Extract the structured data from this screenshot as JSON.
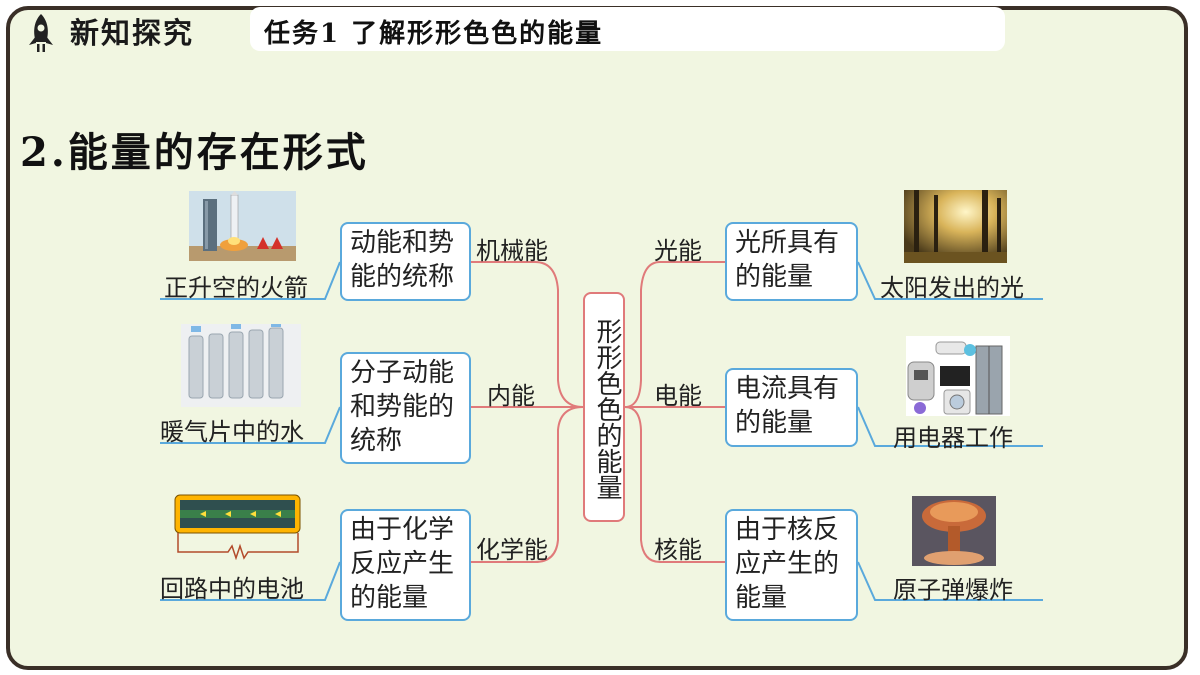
{
  "header": {
    "section": "新知探究",
    "task": "任务1  了解形形色色的能量"
  },
  "section_title": "2.能量的存在形式",
  "center": {
    "label": "形形色色的能量"
  },
  "left_branches": [
    {
      "branch": "机械能",
      "definition": "动能和势能的统称",
      "caption": "正升空的火箭",
      "icon": "rocket-launch-icon"
    },
    {
      "branch": "内能",
      "definition": "分子动能和势能的统称",
      "caption": "暖气片中的水",
      "icon": "radiator-icon"
    },
    {
      "branch": "化学能",
      "definition": "由于化学反应产生的能量",
      "caption": "回路中的电池",
      "icon": "battery-circuit-icon"
    }
  ],
  "right_branches": [
    {
      "branch": "光能",
      "definition": "光所具有的能量",
      "caption": "太阳发出的光",
      "icon": "sunlight-forest-icon"
    },
    {
      "branch": "电能",
      "definition": "电流具有的能量",
      "caption": "用电器工作",
      "icon": "appliances-icon"
    },
    {
      "branch": "核能",
      "definition": "由于核反应产生的能量",
      "caption": "原子弹爆炸",
      "icon": "mushroom-cloud-icon"
    }
  ],
  "colors": {
    "line": "#e07a7a",
    "box_border": "#5aa9dc",
    "underline": "#5aa9dc",
    "background": "#f1f6e1"
  }
}
